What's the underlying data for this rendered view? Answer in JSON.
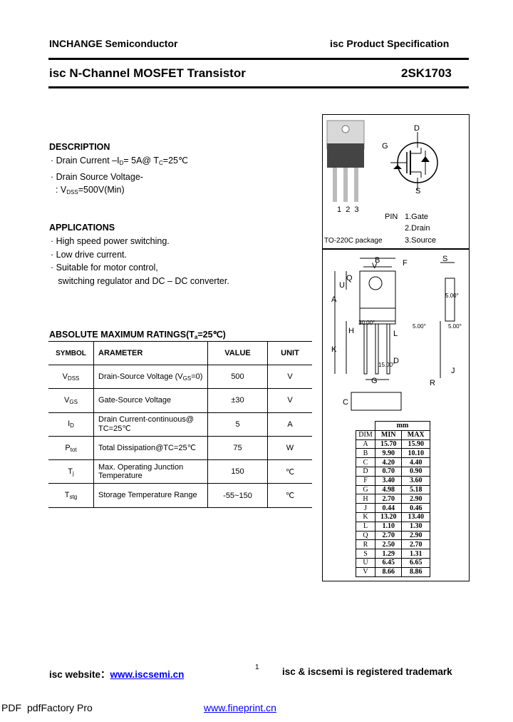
{
  "header": {
    "company": "INCHANGE Semiconductor",
    "spec_prefix": "isc",
    "spec": "Product Specification",
    "title": "isc N-Channel MOSFET Transistor",
    "part": "2SK1703"
  },
  "description": {
    "heading": "DESCRIPTION",
    "l1a": "Drain Current –I",
    "l1sub": "D",
    "l1b": "= 5A@ T",
    "l1sub2": "C",
    "l1c": "=25℃",
    "l2": "Drain Source Voltage-",
    "l3a": ": V",
    "l3sub": "DSS",
    "l3b": "=500V(Min)"
  },
  "applications": {
    "heading": "APPLICATIONS",
    "items": [
      "High speed power switching.",
      "Low drive current.",
      "Suitable for motor control,"
    ],
    "cont": "switching regulator and DC – DC converter."
  },
  "ratings": {
    "heading_a": "ABSOLUTE MAXIMUM RATINGS(T",
    "heading_sub": "a",
    "heading_b": "=25℃)",
    "col_symbol": "SYMBOL",
    "col_param": "ARAMETER",
    "col_value": "VALUE",
    "col_unit": "UNIT",
    "rows": [
      {
        "sym": "V",
        "sub": "DSS",
        "param_a": "Drain-Source Voltage (V",
        "param_sub": "GS",
        "param_b": "=0)",
        "value": "500",
        "unit": "V"
      },
      {
        "sym": "V",
        "sub": "GS",
        "param_a": "Gate-Source Voltage",
        "param_sub": "",
        "param_b": "",
        "value": "±30",
        "unit": "V"
      },
      {
        "sym": "I",
        "sub": "D",
        "param_a": "Drain Current-continuous@ TC=25℃",
        "param_sub": "",
        "param_b": "",
        "value": "5",
        "unit": "A"
      },
      {
        "sym": "P",
        "sub": "tot",
        "param_a": "Total Dissipation@TC=25℃",
        "param_sub": "",
        "param_b": "",
        "value": "75",
        "unit": "W"
      },
      {
        "sym": "T",
        "sub": "j",
        "param_a": "Max. Operating Junction Temperature",
        "param_sub": "",
        "param_b": "",
        "value": "150",
        "unit": "℃"
      },
      {
        "sym": "T",
        "sub": "stg",
        "param_a": "Storage Temperature Range",
        "param_sub": "",
        "param_b": "",
        "value": "-55~150",
        "unit": "℃"
      }
    ]
  },
  "package": {
    "pins": "1  2  3",
    "pin_label": "PIN",
    "pin1": "1.Gate",
    "pin2": "2.Drain",
    "pin3": "3.Source",
    "pkg": "TO-220C package",
    "sym_d": "D",
    "sym_g": "G",
    "sym_s": "S"
  },
  "drawing": {
    "labels": [
      "B",
      "V",
      "F",
      "S",
      "Q",
      "U",
      "A",
      "H",
      "L",
      "K",
      "D",
      "G",
      "J",
      "R",
      "C"
    ],
    "ang1": "30.00°",
    "ang2": "15.00°",
    "ang3": "5.00°",
    "ang4": "5.00°",
    "ang5": "5.00°"
  },
  "dimensions": {
    "unit": "mm",
    "col_dim": "DIM",
    "col_min": "MIN",
    "col_max": "MAX",
    "rows": [
      {
        "d": "A",
        "min": "15.70",
        "max": "15.90"
      },
      {
        "d": "B",
        "min": "9.90",
        "max": "10.10"
      },
      {
        "d": "C",
        "min": "4.20",
        "max": "4.40"
      },
      {
        "d": "D",
        "min": "0.70",
        "max": "0.90"
      },
      {
        "d": "F",
        "min": "3.40",
        "max": "3.60"
      },
      {
        "d": "G",
        "min": "4.98",
        "max": "5.18"
      },
      {
        "d": "H",
        "min": "2.70",
        "max": "2.90"
      },
      {
        "d": "J",
        "min": "0.44",
        "max": "0.46"
      },
      {
        "d": "K",
        "min": "13.20",
        "max": "13.40"
      },
      {
        "d": "L",
        "min": "1.10",
        "max": "1.30"
      },
      {
        "d": "Q",
        "min": "2.70",
        "max": "2.90"
      },
      {
        "d": "R",
        "min": "2.50",
        "max": "2.70"
      },
      {
        "d": "S",
        "min": "1.29",
        "max": "1.31"
      },
      {
        "d": "U",
        "min": "6.45",
        "max": "6.65"
      },
      {
        "d": "V",
        "min": "8.66",
        "max": "8.86"
      }
    ]
  },
  "footer": {
    "site_label": "isc website：",
    "site": "www.iscsemi.cn",
    "page_mark": "1",
    "trademark": "isc & iscsemi is registered trademark",
    "pdf": "PDF",
    "factory": "pdfFactory Pro",
    "fineprint": "www.fineprint.cn"
  }
}
